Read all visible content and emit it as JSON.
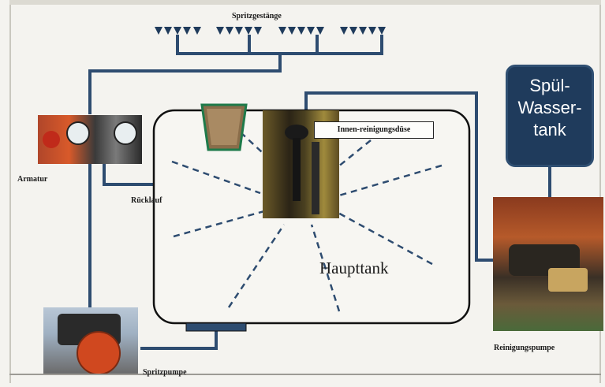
{
  "labels": {
    "spritzgestaenge": "Spritzgestänge",
    "armatur": "Armatur",
    "ruecklauf": "Rücklauf",
    "innen_duese": "Innen-reinigungsdüse",
    "haupttank": "Haupttank",
    "spritzpumpe": "Spritzpumpe",
    "reinigungspumpe": "Reinigungspumpe",
    "spuel_line1": "Spül-",
    "spuel_line2": "Wasser-",
    "spuel_line3": "tank"
  },
  "colors": {
    "pipe": "#2e4c70",
    "tank_outline": "#111111",
    "spuel_tank": "#1f3b5c",
    "nozzle": "#1f3b5c",
    "spray_lines": "#2e4c70"
  }
}
